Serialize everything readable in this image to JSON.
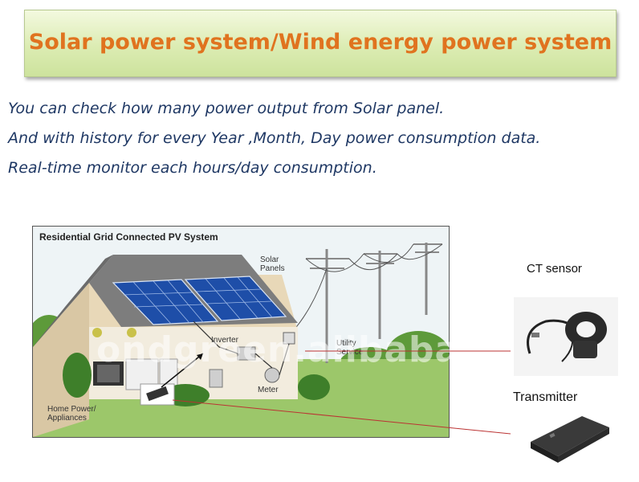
{
  "banner": {
    "title": "Solar power system/Wind energy power system"
  },
  "description": [
    "You  can check how many power output from Solar panel.",
    "And with history for every Year ,Month, Day power consumption data.",
    "Real-time monitor each hours/day consumption."
  ],
  "diagram": {
    "title": "Residential Grid Connected PV System",
    "labels": {
      "solar_panels": "Solar\nPanels",
      "inverter": "Inverter",
      "utility_service": "Utility\nService",
      "meter": "Meter",
      "home_power": "Home Power/\nAppliances"
    }
  },
  "watermark": "ondgreen.alibaba.com",
  "devices": {
    "ct_sensor_label": "CT sensor",
    "transmitter_label": "Transmitter"
  }
}
